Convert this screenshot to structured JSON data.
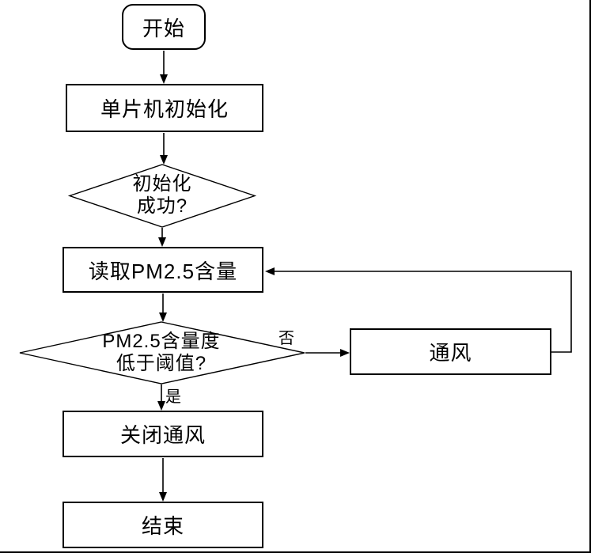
{
  "diagram": {
    "type": "flowchart",
    "nodes": {
      "start": {
        "shape": "rounded-terminator",
        "label": "开始"
      },
      "init": {
        "shape": "process",
        "label": "单片机初始化"
      },
      "decision_init": {
        "shape": "decision",
        "line1": "初始化",
        "line2": "成功?"
      },
      "read_pm25": {
        "shape": "process",
        "label": "读取PM2.5含量"
      },
      "decision_threshold": {
        "shape": "decision",
        "line1": "PM2.5含量度",
        "line2": "低于阈值?"
      },
      "ventilate": {
        "shape": "process",
        "label": "通风"
      },
      "close_vent": {
        "shape": "process",
        "label": "关闭通风"
      },
      "end": {
        "shape": "process",
        "label": "结束"
      }
    },
    "edge_labels": {
      "no": "否",
      "yes": "是"
    },
    "edges": [
      {
        "from": "start",
        "to": "init",
        "label": ""
      },
      {
        "from": "init",
        "to": "decision_init",
        "label": ""
      },
      {
        "from": "decision_init",
        "to": "read_pm25",
        "label": ""
      },
      {
        "from": "read_pm25",
        "to": "decision_threshold",
        "label": ""
      },
      {
        "from": "decision_threshold",
        "to": "ventilate",
        "label": "否"
      },
      {
        "from": "ventilate",
        "to": "read_pm25",
        "label": ""
      },
      {
        "from": "decision_threshold",
        "to": "close_vent",
        "label": "是"
      },
      {
        "from": "close_vent",
        "to": "end",
        "label": ""
      }
    ],
    "colors": {
      "stroke": "#000000",
      "fill": "#ffffff",
      "text": "#000000"
    }
  }
}
